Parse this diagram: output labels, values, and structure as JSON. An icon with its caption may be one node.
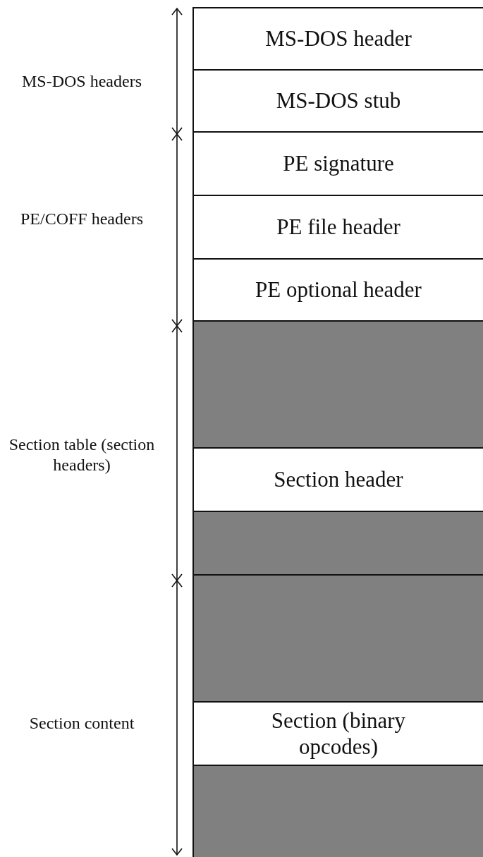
{
  "diagram": {
    "nodes": [
      {
        "text": [
          "MS-DOS header"
        ]
      },
      {
        "text": [
          "MS-DOS stub"
        ]
      },
      {
        "text": [
          "PE signature"
        ]
      },
      {
        "text": [
          "PE file header"
        ]
      },
      {
        "text": [
          "PE optional header"
        ]
      },
      {
        "text": [],
        "shape": "box"
      },
      {
        "text": [
          "Section header"
        ]
      },
      {
        "text": [],
        "shape": "box"
      },
      {
        "text": [],
        "shape": "box"
      },
      {
        "text": [
          "Section (binary opcodes)"
        ]
      },
      {
        "text": [],
        "shape": "box"
      }
    ],
    "labels": [
      "MS-DOS headers",
      "PE/COFF headers",
      "Section table (section headers)",
      "Section content"
    ]
  }
}
